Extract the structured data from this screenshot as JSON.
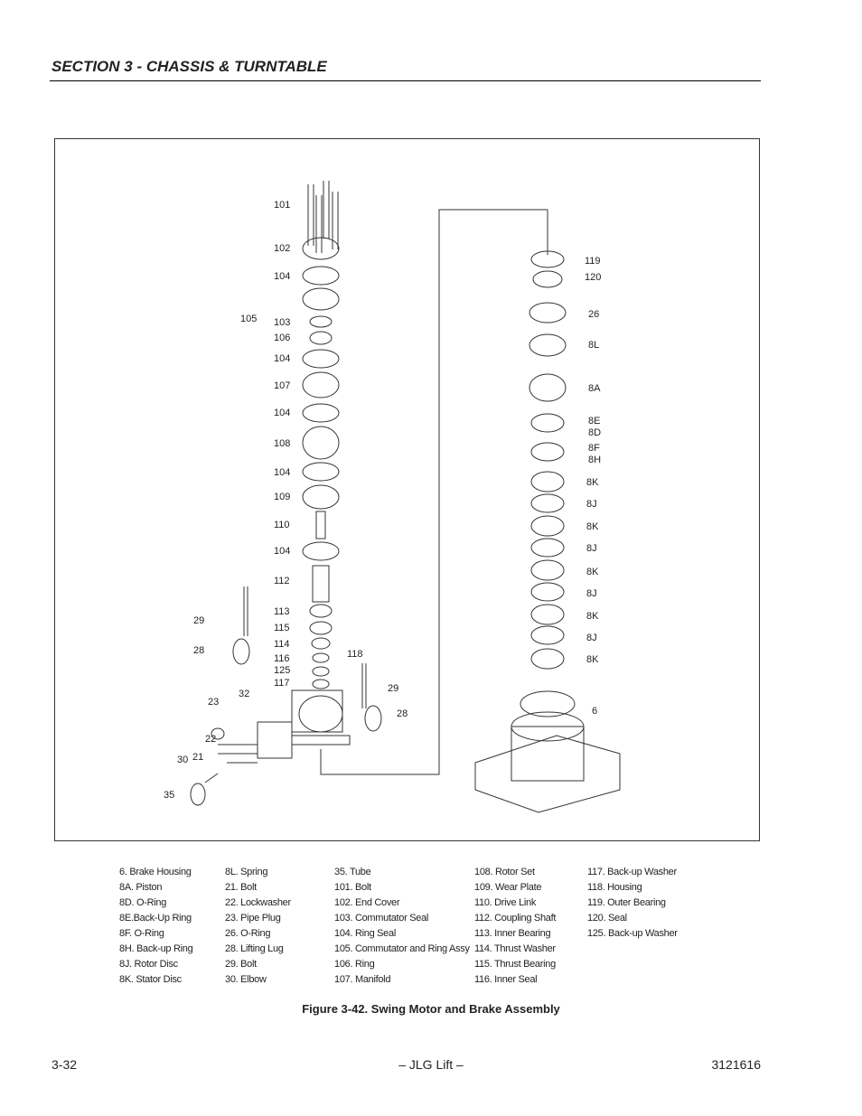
{
  "header": {
    "section_title": "SECTION 3 - CHASSIS & TURNTABLE"
  },
  "figure": {
    "caption": "Figure 3-42.  Swing Motor and Brake Assembly",
    "callouts_left": [
      "101",
      "102",
      "104",
      "105",
      "103",
      "106",
      "104",
      "107",
      "104",
      "108",
      "104",
      "109",
      "110",
      "104",
      "112",
      "113",
      "115",
      "114",
      "116",
      "125",
      "117",
      "118",
      "29",
      "28",
      "23",
      "32",
      "22",
      "21",
      "30",
      "35",
      "29",
      "28"
    ],
    "callouts_right": [
      "119",
      "120",
      "26",
      "8L",
      "8A",
      "8E",
      "8D",
      "8F",
      "8H",
      "8K",
      "8J",
      "8K",
      "8J",
      "8K",
      "8J",
      "8K",
      "8J",
      "8K",
      "6"
    ]
  },
  "legend": {
    "col1": [
      "6. Brake Housing",
      "8A. Piston",
      "8D. O-Ring",
      "8E.Back-Up Ring",
      "8F. O-Ring",
      "8H. Back-up Ring",
      "8J. Rotor Disc",
      "8K. Stator Disc"
    ],
    "col2": [
      "8L.  Spring",
      "21. Bolt",
      "22.  Lockwasher",
      "23. Pipe Plug",
      "26. O-Ring",
      "28. Lifting Lug",
      "29. Bolt",
      "30. Elbow"
    ],
    "col3": [
      "35. Tube",
      "101. Bolt",
      "102. End Cover",
      "103. Commutator Seal",
      "104. Ring Seal",
      "105. Commutator and Ring Assy",
      "106. Ring",
      "107. Manifold"
    ],
    "col4": [
      "108. Rotor Set",
      "109. Wear Plate",
      "110. Drive Link",
      "112. Coupling Shaft",
      "113. Inner Bearing",
      "114. Thrust Washer",
      "115. Thrust Bearing",
      "116. Inner Seal"
    ],
    "col5": [
      "117. Back-up Washer",
      "118. Housing",
      "119. Outer Bearing",
      "120. Seal",
      "125. Back-up Washer"
    ]
  },
  "footer": {
    "page": "3-32",
    "center": "– JLG Lift –",
    "doc": "3121616"
  }
}
